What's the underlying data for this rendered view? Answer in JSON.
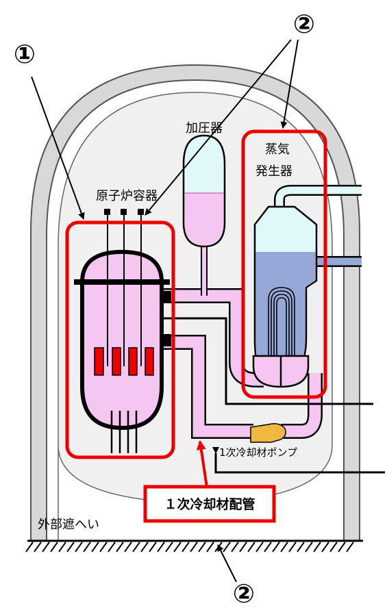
{
  "labels": {
    "marker_1": "①",
    "marker_2_top": "②",
    "marker_2_bottom": "②",
    "pressurizer": "加圧器",
    "steam_generator_line1": "蒸気",
    "steam_generator_line2": "発生器",
    "reactor_vessel": "原子炉容器",
    "primary_pump": "1次冷却材ポンプ",
    "primary_piping": "１次冷却材配管",
    "outer_shield": "外部遮へい"
  },
  "colors": {
    "highlight": "#ee0000",
    "coolant_pink": "#f5c6f0",
    "steam_cyan": "#e0f8f8",
    "water_blue": "#96a8d8",
    "pump_yellow": "#f0b840",
    "wall_gray": "#d8d8d8",
    "inner_fill": "#f0f0f0",
    "fuel_red": "#ee0000"
  }
}
